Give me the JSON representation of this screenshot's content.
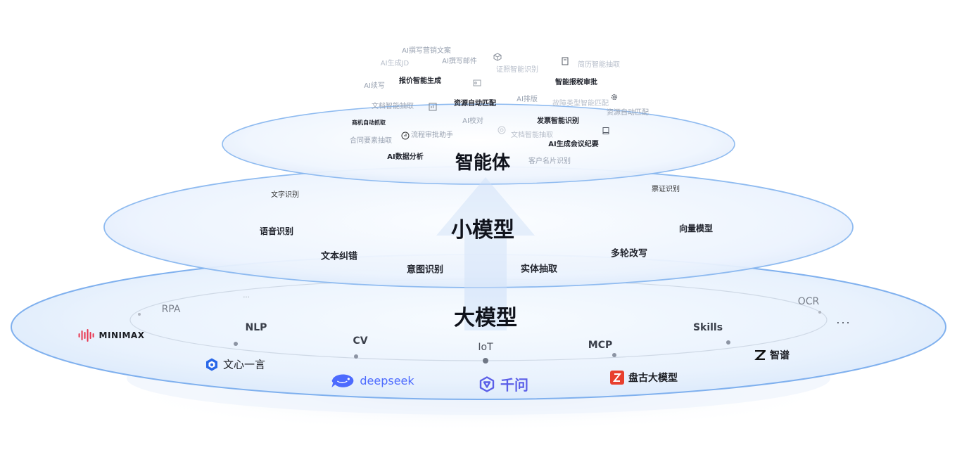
{
  "layers": {
    "agent": {
      "title": "智能体",
      "items": [
        "AI撰写营销文案",
        "AI生成JD",
        "AI撰写邮件",
        "证照智能识别",
        "简历智能抽取",
        "AI续写",
        "报价智能生成",
        "智能报税审批",
        "文档智能抽取",
        "资源自动匹配",
        "AI排版",
        "故障类型智能匹配",
        "资源自动匹配",
        "商机自动抓取",
        "AI校对",
        "发票智能识别",
        "流程审批助手",
        "文档智能抽取",
        "合同要素抽取",
        "AI生成会议纪要",
        "AI数据分析",
        "客户名片识别"
      ]
    },
    "small_model": {
      "title": "小模型",
      "items": [
        "文字识别",
        "票证识别",
        "语音识别",
        "向量模型",
        "文本纠错",
        "多轮改写",
        "意图识别",
        "实体抽取"
      ]
    },
    "large_model": {
      "title": "大模型",
      "tools": [
        "RPA",
        "NLP",
        "CV",
        "IoT",
        "MCP",
        "Skills",
        "OCR",
        "...",
        "..."
      ],
      "brands": [
        "MINIMAX",
        "文心一言",
        "deepseek",
        "千问",
        "盘古大模型",
        "智谱"
      ]
    }
  },
  "colors": {
    "accent": "#2f7be0",
    "ring": "#8fb8ef",
    "fill": "#eaf2fd"
  }
}
